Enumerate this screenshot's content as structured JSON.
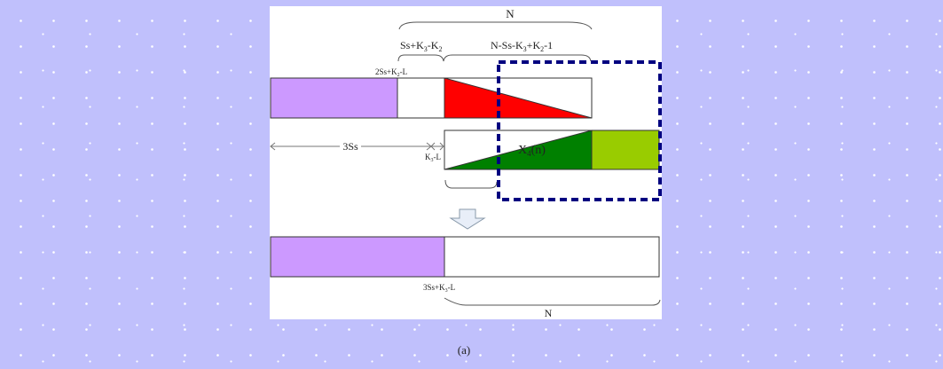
{
  "diagram": {
    "labels": {
      "n_top": "N",
      "ss_k3_k2": "Ss+K",
      "ss_k3_k2_sub1": "3",
      "ss_k3_k2_mid": "-K",
      "ss_k3_k2_sub2": "2",
      "n_ss_main": "N-Ss-K",
      "n_ss_sub1": "3",
      "n_ss_mid": "+K",
      "n_ss_sub2": "2",
      "n_ss_end": "-1",
      "two_ss": "2Ss+K",
      "two_ss_sub": "2",
      "two_ss_end": "-L",
      "three_ss": "3Ss",
      "k3l": "K",
      "k3l_sub": "3",
      "k3l_end": "-L",
      "x4": "X",
      "x4_sub": "4",
      "x4_end": "(n)",
      "three_ss_k3": "3Ss+K",
      "three_ss_k3_sub": "3",
      "three_ss_k3_end": "-L",
      "n_bottom": "N"
    },
    "caption": "(a)",
    "colors": {
      "purple": "#cc99ff",
      "red": "#ff0000",
      "dark_green": "#008000",
      "light_green": "#99cc00",
      "dashed_box": "#000080",
      "background": "#c0c0fc"
    }
  }
}
